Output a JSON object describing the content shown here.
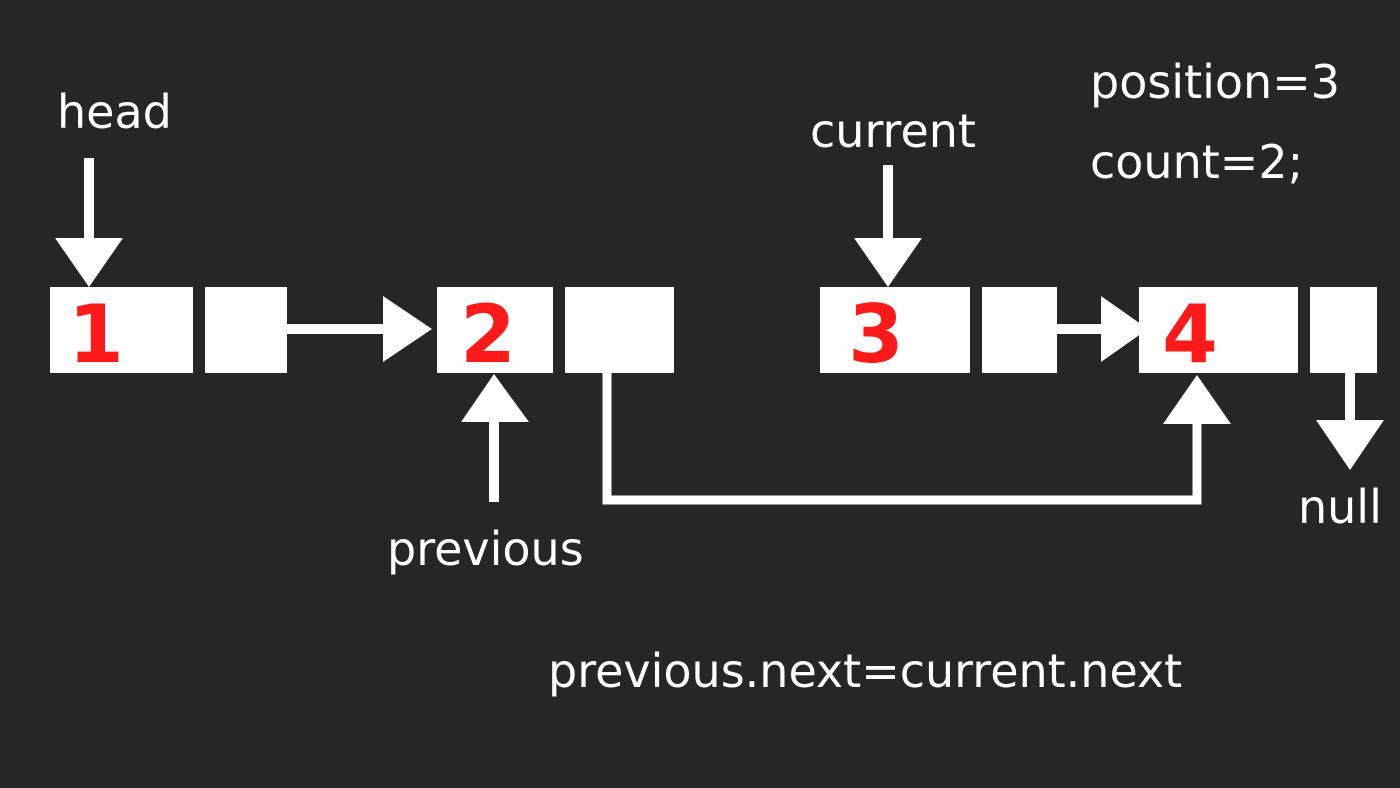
{
  "pointers": {
    "head": "head",
    "current": "current",
    "previous": "previous",
    "null": "null"
  },
  "state": {
    "position": "position=3",
    "count": "count=2;"
  },
  "nodes": [
    {
      "value": "1"
    },
    {
      "value": "2"
    },
    {
      "value": "3"
    },
    {
      "value": "4"
    }
  ],
  "operation": "previous.next=current.next",
  "colors": {
    "background": "#262626",
    "foreground": "#ffffff",
    "node_value": "#ff1a1a"
  }
}
